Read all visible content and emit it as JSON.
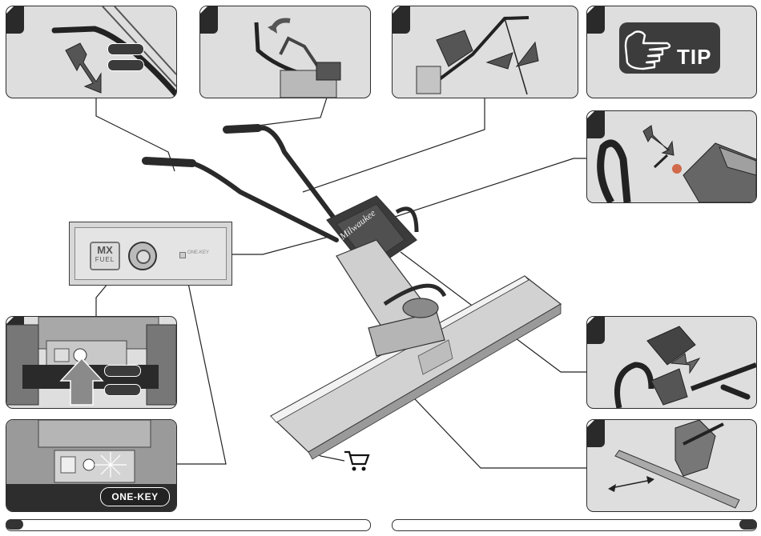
{
  "panels": {
    "tip": {
      "label": "TIP"
    },
    "onekey": {
      "label": "ONE-KEY"
    }
  },
  "control_panel": {
    "brand_line1": "MX",
    "brand_line2": "FUEL",
    "small_text": "ONE-KEY"
  },
  "brand": {
    "name": "Milwaukee"
  },
  "icons": {
    "cart": "cart-icon",
    "tip_hand": "pointing-hand-icon",
    "power": "power-button-icon"
  },
  "colors": {
    "panel_bg": "#dedede",
    "dark": "#2a2a2a",
    "accent": "#3c3c3c"
  }
}
